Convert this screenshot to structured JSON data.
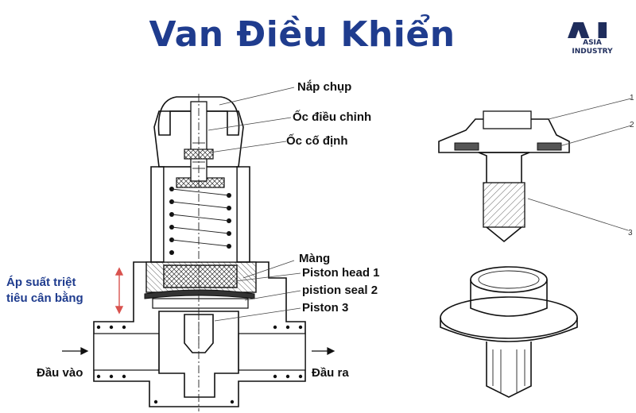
{
  "title": "Van Điều Khiển",
  "logo": {
    "letters": "AI",
    "subtitle": "ASIA INDUSTRY",
    "color": "#1f2d5c"
  },
  "colors": {
    "title": "#1f3c8e",
    "arrow": "#d9534f",
    "outline": "#111111"
  },
  "labels": {
    "cap": "Nắp chụp",
    "adjust_nut": "Ốc điều chỉnh",
    "lock_nut": "Ốc cố định",
    "membrane": "Màng",
    "piston_head": "Piston head 1",
    "piston_seal": "pistion seal 2",
    "piston": "Piston 3",
    "pressure_line1": "Áp suất triệt",
    "pressure_line2": "tiêu cân bằng",
    "inlet": "Đầu vào",
    "outlet": "Đầu ra"
  },
  "detail_numbers": [
    "1",
    "2",
    "3"
  ]
}
